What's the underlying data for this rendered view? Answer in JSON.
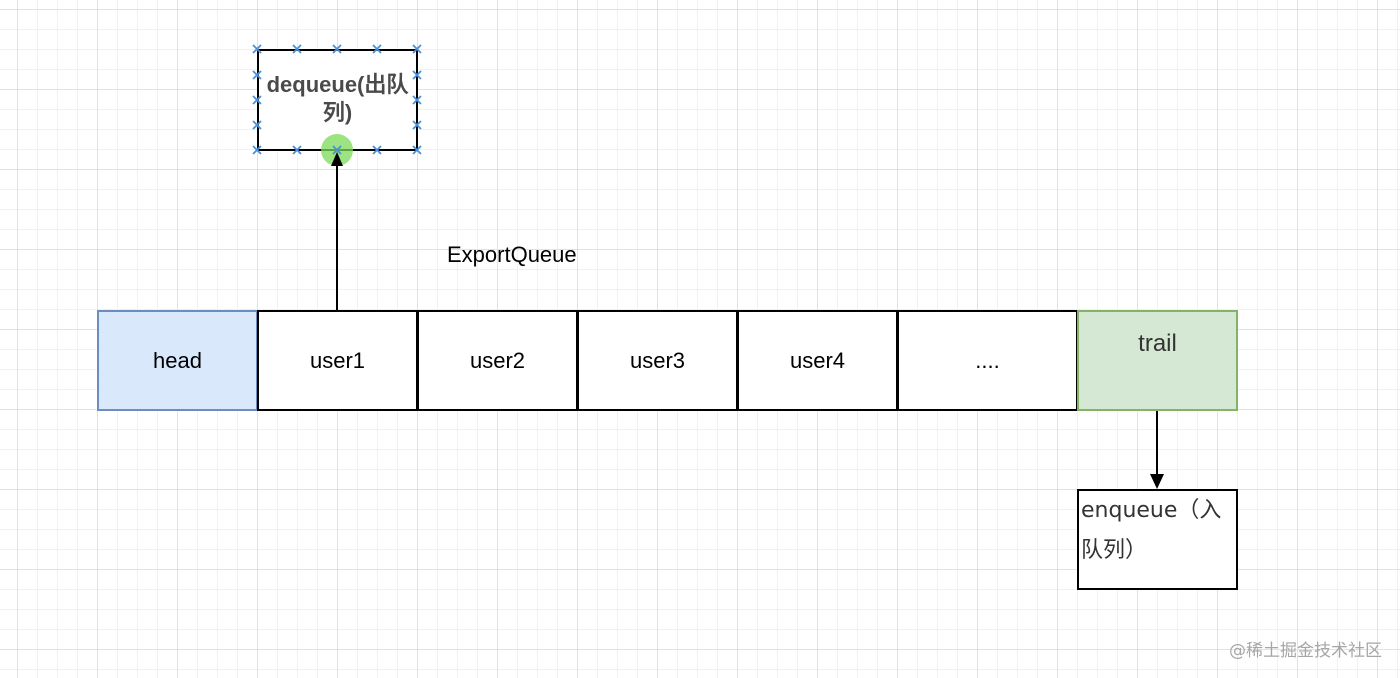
{
  "diagram": {
    "title": "ExportQueue",
    "cells": [
      {
        "name": "cell-head",
        "label": "head"
      },
      {
        "name": "cell-user1",
        "label": "user1"
      },
      {
        "name": "cell-user2",
        "label": "user2"
      },
      {
        "name": "cell-user3",
        "label": "user3"
      },
      {
        "name": "cell-user4",
        "label": "user4"
      },
      {
        "name": "cell-ellipsis",
        "label": "...."
      },
      {
        "name": "cell-trail",
        "label": "trail"
      }
    ],
    "dequeue": {
      "line1": "dequeue(出队",
      "line2": "列)"
    },
    "enqueue": {
      "text": "enqueue（入队列）"
    }
  },
  "colors": {
    "head_fill": "#dae8fc",
    "head_stroke": "#6c8ebf",
    "trail_fill": "#d5e8d4",
    "trail_stroke": "#82b366",
    "selection_handle": "#4a90d9",
    "connection_point": "#7ed957"
  },
  "watermark": "@稀土掘金技术社区"
}
